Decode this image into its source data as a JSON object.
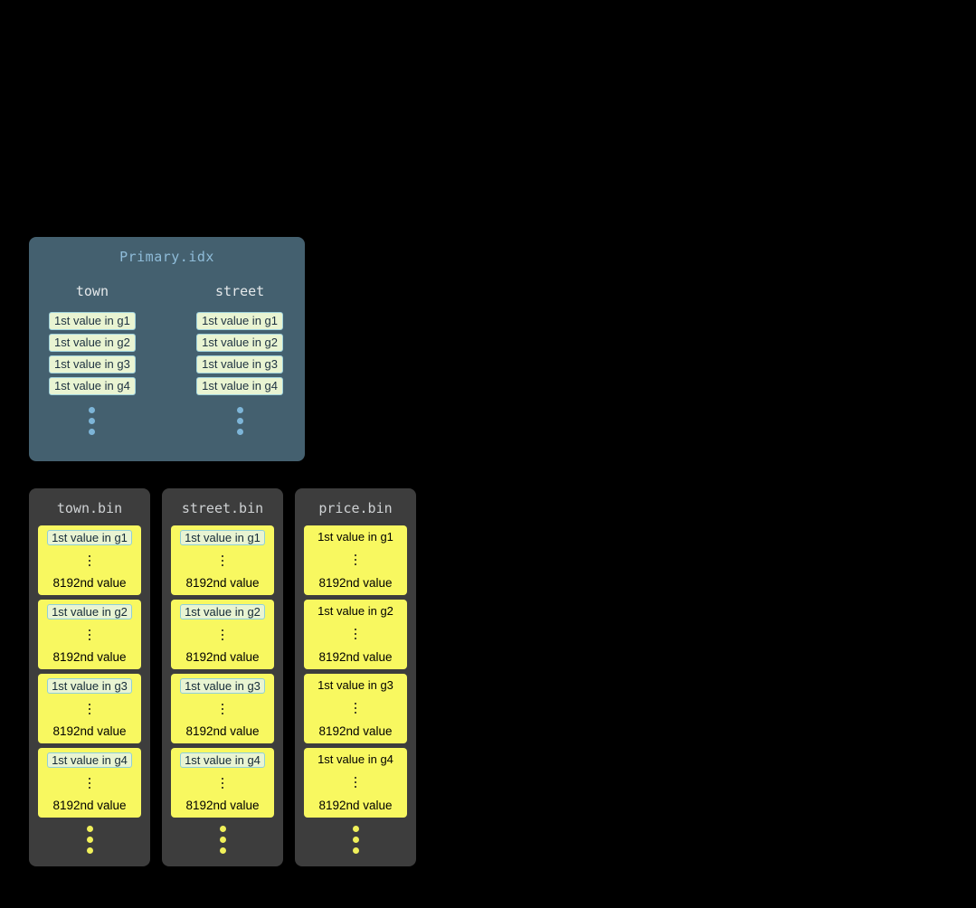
{
  "primary_index": {
    "title": "Primary.idx",
    "columns": [
      {
        "name": "town",
        "values": [
          "1st value in g1",
          "1st value in g2",
          "1st value in g3",
          "1st value in g4"
        ]
      },
      {
        "name": "street",
        "values": [
          "1st value in g1",
          "1st value in g2",
          "1st value in g3",
          "1st value in g4"
        ]
      }
    ]
  },
  "bins": [
    {
      "title": "town.bin",
      "granules": [
        {
          "first": "1st value in g1",
          "last": "8192nd value"
        },
        {
          "first": "1st value in g2",
          "last": "8192nd value"
        },
        {
          "first": "1st value in g3",
          "last": "8192nd value"
        },
        {
          "first": "1st value in g4",
          "last": "8192nd value"
        }
      ]
    },
    {
      "title": "street.bin",
      "granules": [
        {
          "first": "1st value in g1",
          "last": "8192nd value"
        },
        {
          "first": "1st value in g2",
          "last": "8192nd value"
        },
        {
          "first": "1st value in g3",
          "last": "8192nd value"
        },
        {
          "first": "1st value in g4",
          "last": "8192nd value"
        }
      ]
    },
    {
      "title": "price.bin",
      "granules": [
        {
          "first": "1st value in g1",
          "last": "8192nd value"
        },
        {
          "first": "1st value in g2",
          "last": "8192nd value"
        },
        {
          "first": "1st value in g3",
          "last": "8192nd value"
        },
        {
          "first": "1st value in g4",
          "last": "8192nd value"
        }
      ]
    }
  ],
  "colors": {
    "background": "#000000",
    "primary_panel_bg": "#44606f",
    "primary_title_text": "#8fbcd9",
    "chip_bg": "#e9f4d2",
    "chip_border": "#a0d2dc",
    "bin_panel_bg": "#3d3d3d",
    "granule_bg": "#f8f860",
    "blue_dot": "#7db5d8",
    "yellow_dot": "#f0f05a"
  }
}
